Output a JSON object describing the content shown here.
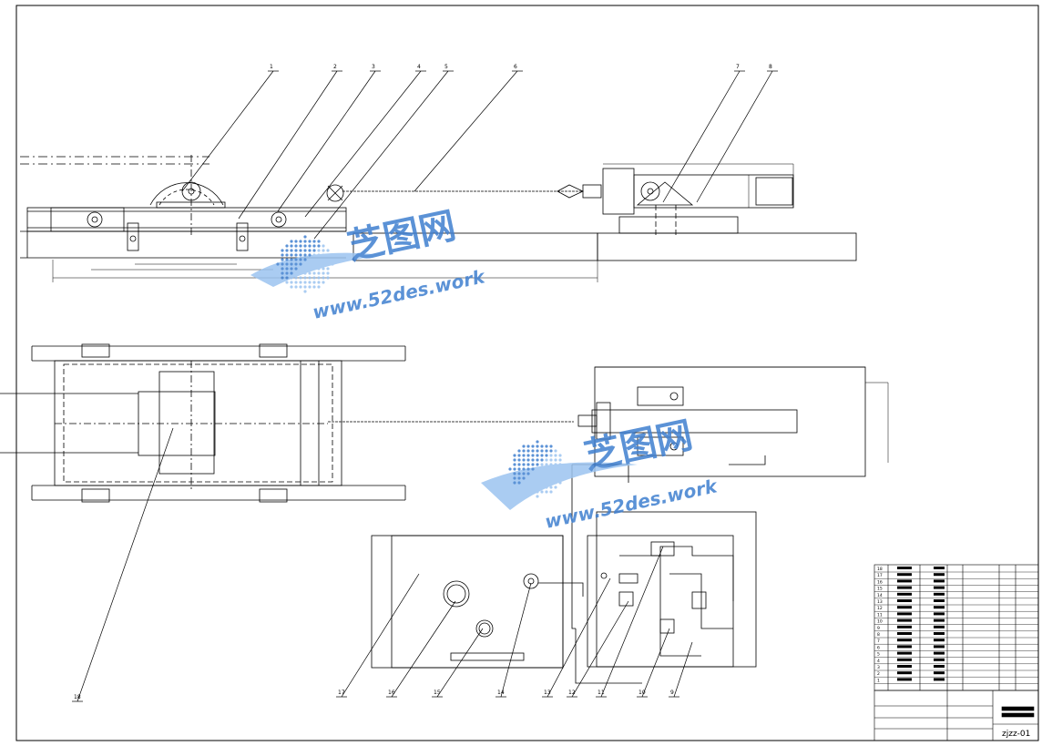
{
  "drawing": {
    "drawing_number": "zjzz-01",
    "balloons": [
      "1",
      "2",
      "3",
      "4",
      "5",
      "6",
      "7",
      "8",
      "9",
      "10",
      "11",
      "12",
      "13",
      "14",
      "15",
      "16",
      "17",
      "18"
    ],
    "watermark_cn": "芝图网",
    "watermark_url": "www.52des.work",
    "bom_row_numbers": [
      "18",
      "17",
      "16",
      "15",
      "14",
      "13",
      "12",
      "11",
      "10",
      "9",
      "8",
      "7",
      "6",
      "5",
      "4",
      "3",
      "2",
      "1"
    ]
  },
  "colors": {
    "line": "#000000",
    "watermark": "#3f7fd0",
    "watermark_light": "#9cc4f0"
  }
}
